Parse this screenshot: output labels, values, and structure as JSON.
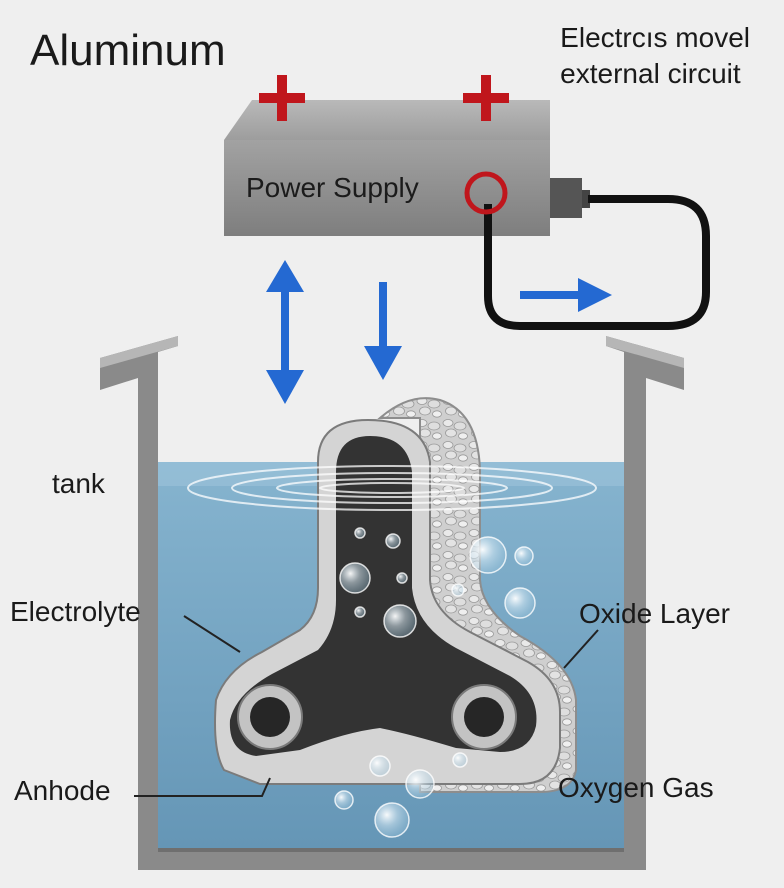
{
  "title": "Aluminum",
  "note": {
    "line1": "Electrcıs movel",
    "line2": "external circuit"
  },
  "power_supply": {
    "label": "Power Supply",
    "terminal_signs": [
      "+",
      "+"
    ]
  },
  "labels": {
    "tank": "tank",
    "electrolyte": "Electrolyte",
    "anode": "Anhode",
    "oxide_layer": "Oxide Layer",
    "oxygen_gas": "Oxygen Gas"
  },
  "colors": {
    "electrolyte": "#7aa8c6",
    "tank_wall": "#8a8a8a",
    "power_supply": "#8c8c8c",
    "plus_sign": "#c0161c",
    "arrow": "#2469d2",
    "anode": "#333333",
    "oxide": "#c9c9c9"
  }
}
